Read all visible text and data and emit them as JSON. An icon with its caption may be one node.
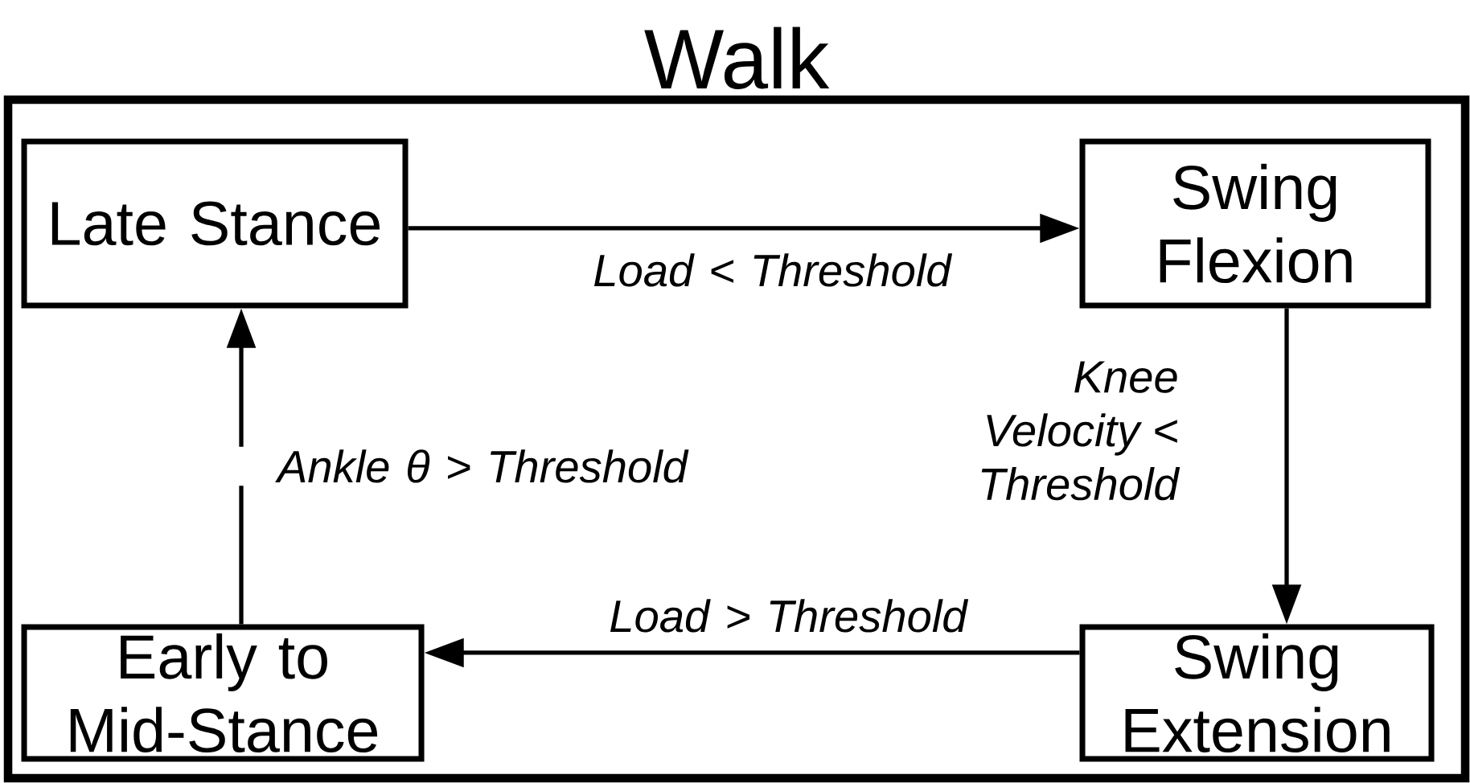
{
  "diagram": {
    "nodes": [
      {
        "text": [
          "Walk"
        ]
      },
      {
        "text": [
          "Late Stance"
        ],
        "in": 0
      },
      {
        "text": [
          "Swing Flexion"
        ],
        "in": 0
      },
      {
        "text": [
          "Early to Mid-Stance"
        ],
        "in": 0
      },
      {
        "text": [
          "Swing Extension"
        ],
        "in": 0
      }
    ],
    "edges": [
      {
        "from": 1,
        "to": 2,
        "arrow": "to",
        "label": "Load < Threshold"
      },
      {
        "from": 2,
        "to": 4,
        "arrow": "to",
        "label": "Knee Velocity < Threshold"
      },
      {
        "from": 4,
        "to": 3,
        "arrow": "to",
        "label": "Load > Threshold"
      },
      {
        "from": 3,
        "to": 1,
        "arrow": "to",
        "label": "Ankle θ > Threshold"
      }
    ]
  }
}
